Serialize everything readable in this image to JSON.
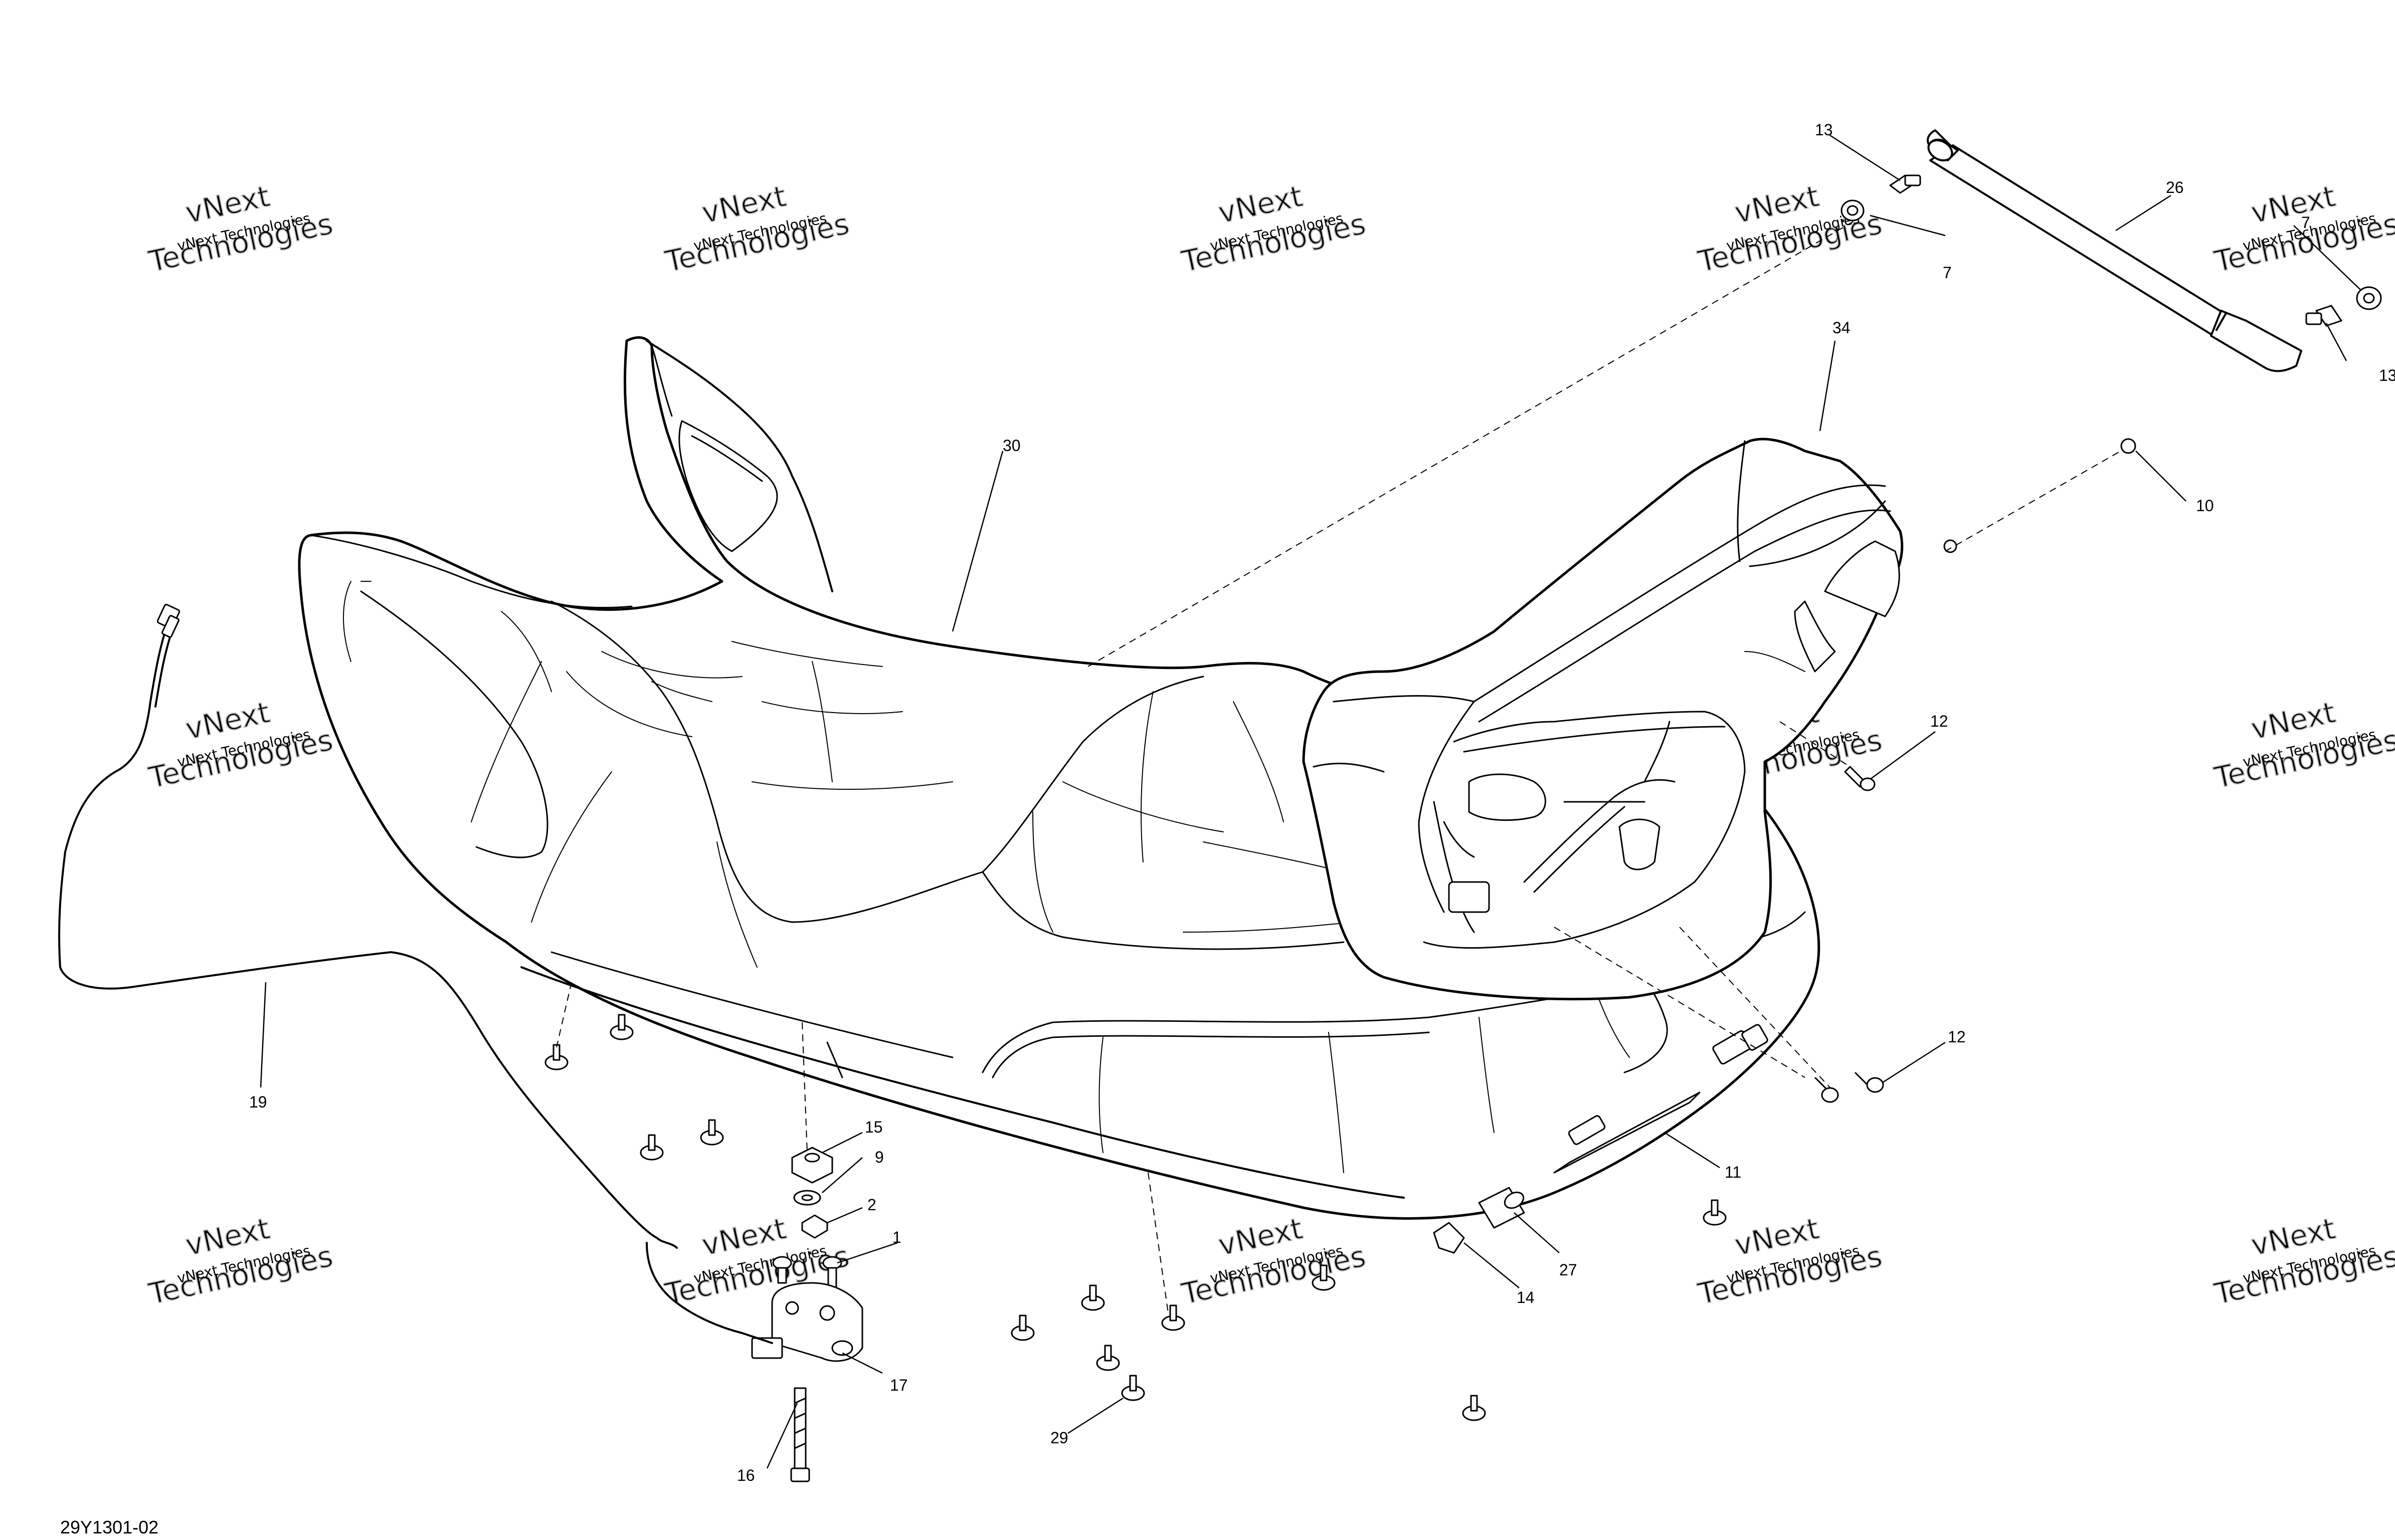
{
  "figure_code": "29Y1301-02",
  "watermark": {
    "line1": "vNext Technologies",
    "line2": "vNext",
    "line3": "Technologies"
  },
  "callouts": {
    "c1": "1",
    "c2": "2",
    "c7": "7",
    "c9": "9",
    "c10": "10",
    "c11": "11",
    "c12a": "12",
    "c12b": "12",
    "c13a": "13",
    "c13b": "13",
    "c14": "14",
    "c15": "15",
    "c16": "16",
    "c17": "17",
    "c19": "19",
    "c26": "26",
    "c27": "27",
    "c29": "29",
    "c30": "30",
    "c34": "34"
  },
  "colors": {
    "line": "#000000",
    "watermark": "#bdbdbd",
    "background": "#ffffff"
  }
}
